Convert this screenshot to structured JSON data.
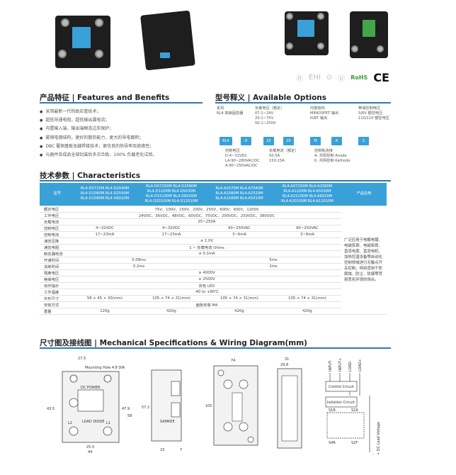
{
  "certifications": {
    "marks": [
      "Ⓡ",
      "EHI",
      "⊙",
      "Ⓤ",
      "RoHS",
      "CE"
    ]
  },
  "features_section": {
    "title": "产品特征 | Features and Benefits",
    "items": [
      "采用最新一代热致应管技术；",
      "超低导通电阻，超低输出漏电流；",
      "内置输入端，输出端瞬态过压保护；",
      "雾钢电镀结构，更好的散热能力，更大的导电面积；",
      "DBC 覆铜基板无缝焊接技术，更优良的热导率及绝缘性；",
      "元器件及成品全部封装后多次合板，100% 负载老化试验。"
    ]
  },
  "options_section": {
    "title": "型号释义 | Available Options",
    "top_labels": [
      "系列\nRL4 高速固态器",
      "负载电压（额定）\n07:1~24V\n20:1~75V\n50:1~250V",
      "内部结构\nMINIOSFET 输出\nIGBT 输出",
      "带保控制电压\n5/6V 额控电压\n110/110 额控电压"
    ],
    "boxes": [
      "RL4",
      "D",
      "25",
      "20",
      "M",
      "A",
      "S"
    ],
    "bottom_labels": [
      "控制电压\nD:4~32VDC\nLA:90~280VAC/DC\nA:90~250VAC/DC",
      "负载电流（额定）\n50:5A\n150:15A",
      "控制板连接\nA: 共阳控制 Anode\nK: 共阴控制 Kathode"
    ]
  },
  "characteristics_section": {
    "title": "技术参数 | Characteristics",
    "header": {
      "param": "型号",
      "group1": "RL4-D0725M RL4-D2040M\nRL4-D1080M RL4-D2550M\nRL4-D1580M RL4-D6010M",
      "group2": "RL4-D07250M RL4-D2580M\nRL4-D1200M RL4-D5030M\nRL4-D15100M RL4-D6020M\nRL4-D20100M RL4-D12010M",
      "group3": "RL4-A2070M RL4-A7040M\nRL4-A1080M RL4-A2520M\nRL4-A1580M RL4-A5010M",
      "group4": "RL4-A07250M RL4-A2580M\nRL4-A1200M RL4-A5030M\nRL4-A15100M RL4-A6020M\nRL4-A20100M RL4-A12010M",
      "app": "产品应用"
    },
    "rows": [
      {
        "param": "额定电压",
        "span": "75V、100V、150V、200V、250V、600V、900V、1200V"
      },
      {
        "param": "工作电压",
        "span": "24VDC、36VDC、48VDC、60VDC、75VDC、200VDC、250VDC、380VDC"
      },
      {
        "param": "负载电流",
        "span": "25~250A"
      },
      {
        "param": "控制电压",
        "cols": [
          "4~32VDC",
          "4~32VDC",
          "90~250VAC",
          "90~250VAC"
        ]
      },
      {
        "param": "控制电流",
        "cols": [
          "17~23mA",
          "17~23mA",
          "3~6mA",
          "3~6mA"
        ]
      },
      {
        "param": "通态压降",
        "span": "≤ 1.0V"
      },
      {
        "param": "通态电阻",
        "span": "1 ~ 负载电流 Ohms"
      },
      {
        "param": "断态漏电流",
        "span": "≤ 0.1mA"
      },
      {
        "param": "开通时间",
        "pair": [
          "0.08ms",
          "5ms"
        ]
      },
      {
        "param": "关断时间",
        "pair": [
          "0.2ms",
          "2ms"
        ]
      },
      {
        "param": "隔离电压",
        "span": "≥ 4000V"
      },
      {
        "param": "绝缘电压",
        "span": "≥ 2500V"
      },
      {
        "param": "动作指示",
        "span": "双色 LED"
      },
      {
        "param": "工作温度",
        "span": "-40 to +80℃"
      },
      {
        "param": "外形尺寸",
        "cols": [
          "58 × 45 × 30(mm)",
          "105 × 74 × 31(mm)",
          "105 × 74 × 31(mm)",
          "105 × 74 × 31(mm)"
        ]
      },
      {
        "param": "安装方式",
        "span": "面板安装 M4"
      },
      {
        "param": "重量",
        "cols": [
          "120g",
          "420g",
          "420g",
          "420g"
        ]
      }
    ],
    "application_text": "广泛应用于电解电镀、电磁炼钢、电磁吸铁、直流电源、直流电机、加热控温设备等自动化控制领域进行无触点开关控制，特别适用于防腐蚀、防尘、防爆等苛刻恶劣环境的场合。"
  },
  "mechanical_section": {
    "title": "尺寸图及接线图 | Mechanical Specifications & Wiring Diagram(mm)",
    "drawing1": {
      "mounting": "Mounting Hole 4.8 DIA",
      "dims": [
        "27.5",
        "43.5",
        "47.9",
        "58",
        "25.5",
        "44"
      ],
      "labels": [
        "DC POWER",
        "L2",
        "L1",
        "LOAD DIODE"
      ]
    },
    "drawing2": {
      "dims": [
        "57.2",
        "23",
        "7"
      ],
      "brand": "SAMKEE"
    },
    "drawing3": {
      "dims": [
        "74",
        "105"
      ]
    },
    "drawing4": {
      "dims": [
        "31",
        "29.8"
      ]
    },
    "wiring": {
      "labels": [
        "Control Circuit",
        "Isolation Circuit",
        "S1R",
        "S1R",
        "S4R",
        "S2F",
        "+ DC Load Voltage",
        "-"
      ],
      "top_labels": [
        "INPUT-",
        "INPUT+",
        "LOAD-",
        "LOAD+"
      ]
    }
  }
}
